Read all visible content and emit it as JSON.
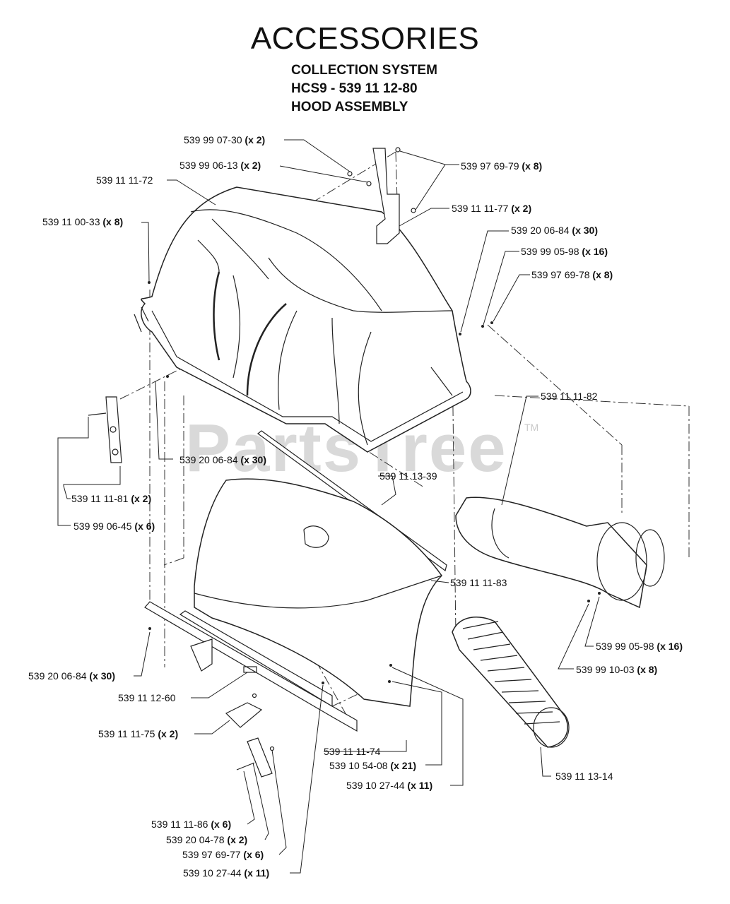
{
  "header": {
    "title": "ACCESSORIES",
    "line1": "COLLECTION SYSTEM",
    "line2": "HCS9 - 539 11 12-80",
    "line3": "HOOD ASSEMBLY"
  },
  "watermark": {
    "text": "PartsTree",
    "tm": "TM"
  },
  "callouts": [
    {
      "id": "c1",
      "part": "539 99 07-30",
      "qty": "(x 2)"
    },
    {
      "id": "c2",
      "part": "539 99 06-13",
      "qty": "(x 2)"
    },
    {
      "id": "c3",
      "part": "539 11 11-72",
      "qty": ""
    },
    {
      "id": "c4",
      "part": "539 97 69-79",
      "qty": "(x 8)"
    },
    {
      "id": "c5",
      "part": "539 11 11-77",
      "qty": "(x 2)"
    },
    {
      "id": "c6",
      "part": "539 11 00-33",
      "qty": "(x 8)"
    },
    {
      "id": "c7",
      "part": "539 20 06-84",
      "qty": "(x 30)"
    },
    {
      "id": "c8",
      "part": "539 99 05-98",
      "qty": "(x 16)"
    },
    {
      "id": "c9",
      "part": "539 97 69-78",
      "qty": "(x 8)"
    },
    {
      "id": "c10",
      "part": "539 11 11-82",
      "qty": ""
    },
    {
      "id": "c11",
      "part": "539 20 06-84",
      "qty": "(x 30)"
    },
    {
      "id": "c12",
      "part": "539 11 13-39",
      "qty": ""
    },
    {
      "id": "c13",
      "part": "539 11 11-81",
      "qty": "(x 2)"
    },
    {
      "id": "c14",
      "part": "539 99 06-45",
      "qty": "(x 6)"
    },
    {
      "id": "c15",
      "part": "539 11 11-83",
      "qty": ""
    },
    {
      "id": "c16",
      "part": "539 99 05-98",
      "qty": "(x 16)"
    },
    {
      "id": "c17",
      "part": "539 99 10-03",
      "qty": "(x 8)"
    },
    {
      "id": "c18",
      "part": "539 20 06-84",
      "qty": "(x 30)"
    },
    {
      "id": "c19",
      "part": "539 11 12-60",
      "qty": ""
    },
    {
      "id": "c20",
      "part": "539 11 11-75",
      "qty": "(x 2)"
    },
    {
      "id": "c21",
      "part": "539 11 11-74",
      "qty": ""
    },
    {
      "id": "c22",
      "part": "539 10 54-08",
      "qty": "(x 21)"
    },
    {
      "id": "c23",
      "part": "539 10 27-44",
      "qty": "(x 11)"
    },
    {
      "id": "c24",
      "part": "539 11 13-14",
      "qty": ""
    },
    {
      "id": "c25",
      "part": "539 11 11-86",
      "qty": "(x 6)"
    },
    {
      "id": "c26",
      "part": "539 20 04-78",
      "qty": "(x 2)"
    },
    {
      "id": "c27",
      "part": "539 97 69-77",
      "qty": "(x 6)"
    },
    {
      "id": "c28",
      "part": "539 10 27-44",
      "qty": "(x 11)"
    }
  ]
}
